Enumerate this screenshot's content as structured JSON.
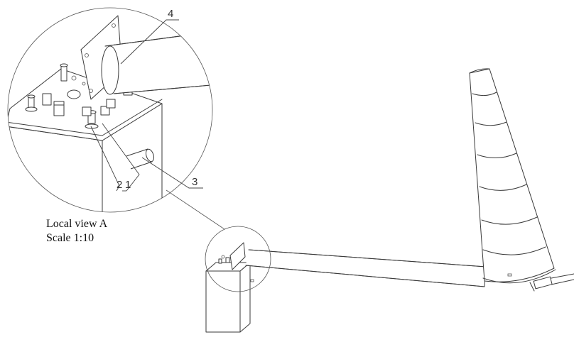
{
  "callouts": {
    "part1": "1",
    "part2": "2",
    "part3": "3",
    "part4": "4"
  },
  "caption": {
    "view": "Local view A",
    "scale": "Scale 1:10"
  },
  "colors": {
    "line": "#3a3a3a",
    "background": "#ffffff"
  }
}
